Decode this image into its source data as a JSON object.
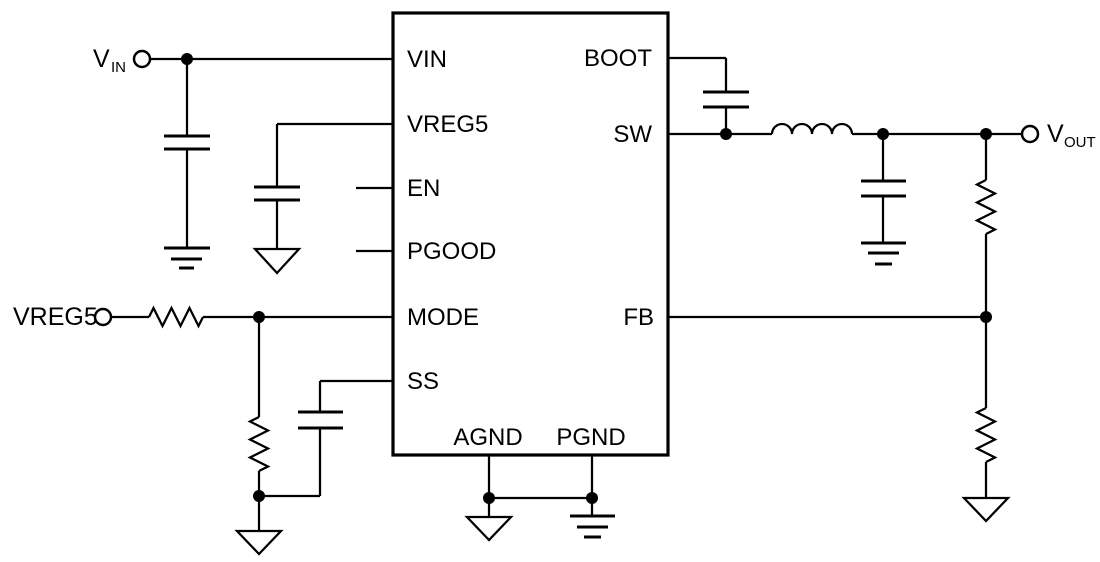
{
  "schematic": {
    "ic_pins": {
      "left": [
        "VIN",
        "VREG5",
        "EN",
        "PGOOD",
        "MODE",
        "SS"
      ],
      "right": [
        "BOOT",
        "SW",
        "FB"
      ],
      "bottom": [
        "AGND",
        "PGND"
      ]
    },
    "terminals": {
      "vin_main": "V",
      "vin_sub": "IN",
      "vreg5_label": "VREG5",
      "vout_main": "V",
      "vout_sub": "OUT"
    },
    "colors": {
      "ink": "#000000",
      "background": "#ffffff"
    }
  }
}
